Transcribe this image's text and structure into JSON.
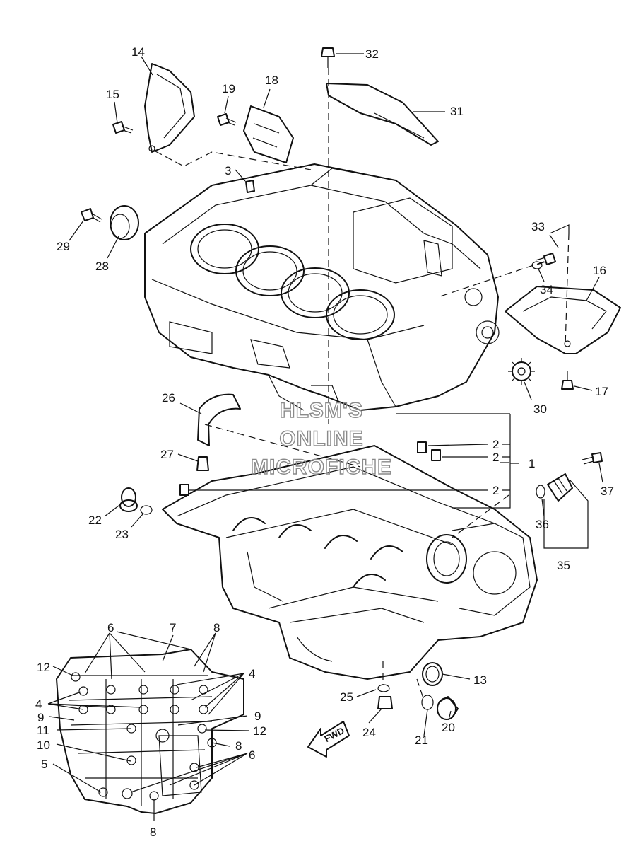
{
  "watermark": {
    "line1": "HLSM'S",
    "line2": "ONLINE",
    "line3": "MICROFICHE"
  },
  "direction_arrow": {
    "label": "FWD"
  },
  "callouts": [
    "1",
    "2",
    "2",
    "2",
    "3",
    "4",
    "4",
    "5",
    "6",
    "6",
    "7",
    "8",
    "8",
    "8",
    "9",
    "9",
    "10",
    "11",
    "12",
    "12",
    "13",
    "14",
    "15",
    "16",
    "17",
    "18",
    "19",
    "20",
    "21",
    "22",
    "23",
    "24",
    "25",
    "26",
    "27",
    "28",
    "29",
    "30",
    "31",
    "32",
    "33",
    "34",
    "35",
    "36",
    "37"
  ]
}
